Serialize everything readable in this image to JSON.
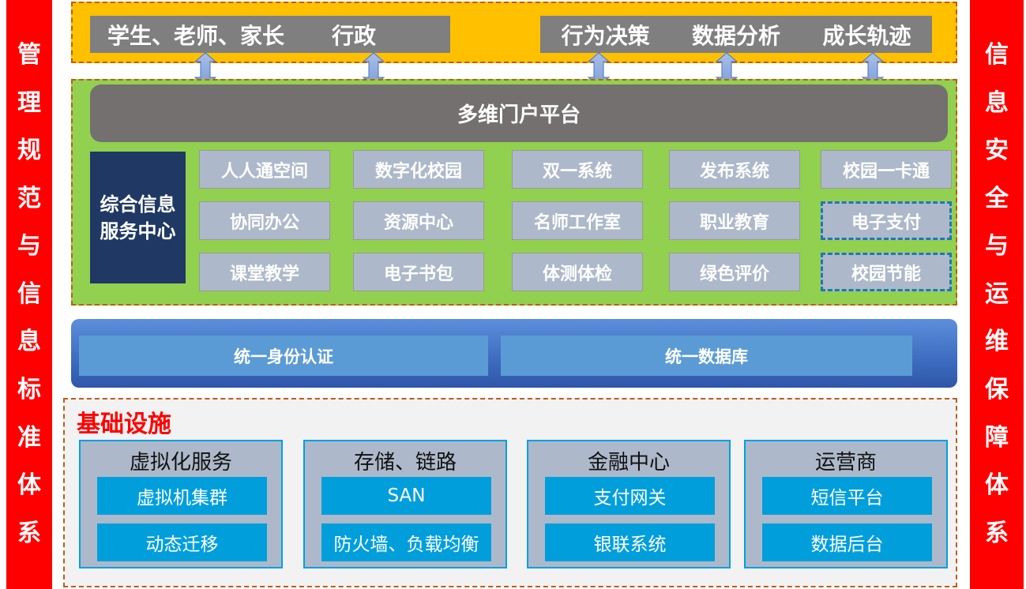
{
  "left_bar": [
    "管",
    "理",
    "规",
    "范",
    "与",
    "信",
    "息",
    "标",
    "准",
    "体",
    "系"
  ],
  "right_bar": [
    "信",
    "息",
    "安",
    "全",
    "与",
    "运",
    "维",
    "保",
    "障",
    "体",
    "系"
  ],
  "top": {
    "users": "学生、老师、家长",
    "admin": "行政",
    "functions": [
      "行为决策",
      "数据分析",
      "成长轨迹"
    ]
  },
  "portal": "多维门户平台",
  "service_center": "综合信息服务中心",
  "apps": [
    [
      "人人通空间",
      "数字化校园",
      "双一系统",
      "发布系统",
      "校园一卡通"
    ],
    [
      "协同办公",
      "资源中心",
      "名师工作室",
      "职业教育",
      "电子支付"
    ],
    [
      "课堂教学",
      "电子书包",
      "体测体检",
      "绿色评价",
      "校园节能"
    ]
  ],
  "unified": {
    "auth": "统一身份认证",
    "db": "统一数据库"
  },
  "infrastructure": {
    "title": "基础设施",
    "panels": [
      {
        "title": "虚拟化服务",
        "items": [
          "虚拟机集群",
          "动态迁移"
        ]
      },
      {
        "title": "存储、链路",
        "items": [
          "SAN",
          "防火墙、负载均衡"
        ]
      },
      {
        "title": "金融中心",
        "items": [
          "支付网关",
          "银联系统"
        ]
      },
      {
        "title": "运营商",
        "items": [
          "短信平台",
          "数据后台"
        ]
      }
    ]
  }
}
